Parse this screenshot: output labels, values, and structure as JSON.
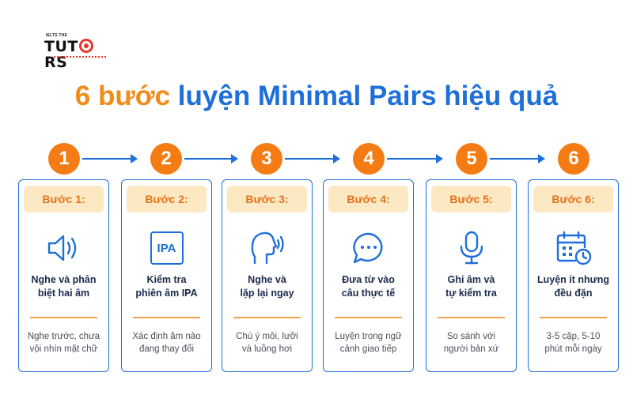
{
  "logo": {
    "small_text": "IELTS THE",
    "brand_prefix": "TUT",
    "brand_suffix": "RS"
  },
  "title": {
    "accent": "6 bước",
    "main": "luyện Minimal Pairs hiệu quả"
  },
  "colors": {
    "accent_orange": "#f57c14",
    "primary_blue": "#1e6fd9",
    "header_bg": "#fde8c4"
  },
  "steps": [
    {
      "number": "1",
      "header": "Bước 1:",
      "icon": "speaker-icon",
      "title_1": "Nghe và phân",
      "title_2": "biệt hai âm",
      "desc_1": "Nghe trước, chưa",
      "desc_2": "vội nhìn mặt chữ"
    },
    {
      "number": "2",
      "header": "Bước 2:",
      "icon": "ipa-icon",
      "icon_text": "IPA",
      "title_1": "Kiểm tra",
      "title_2": "phiên âm IPA",
      "desc_1": "Xác định âm nào",
      "desc_2": "đang thay đổi"
    },
    {
      "number": "3",
      "header": "Bước 3:",
      "icon": "speaking-head-icon",
      "title_1": "Nghe và",
      "title_2": "lặp lại ngay",
      "desc_1": "Chú ý môi, lưỡi",
      "desc_2": "và luồng hơi"
    },
    {
      "number": "4",
      "header": "Bước 4:",
      "icon": "chat-bubble-icon",
      "title_1": "Đưa từ vào",
      "title_2": "câu thực tế",
      "desc_1": "Luyện trong ngữ",
      "desc_2": "cảnh giao tiếp"
    },
    {
      "number": "5",
      "header": "Bước 5:",
      "icon": "microphone-icon",
      "title_1": "Ghi âm và",
      "title_2": "tự kiểm tra",
      "desc_1": "So sánh với",
      "desc_2": "người bản xứ"
    },
    {
      "number": "6",
      "header": "Bước 6:",
      "icon": "calendar-clock-icon",
      "title_1": "Luyện ít nhưng",
      "title_2": "đều đặn",
      "desc_1": "3-5 cặp, 5-10",
      "desc_2": "phút mỗi ngày"
    }
  ]
}
